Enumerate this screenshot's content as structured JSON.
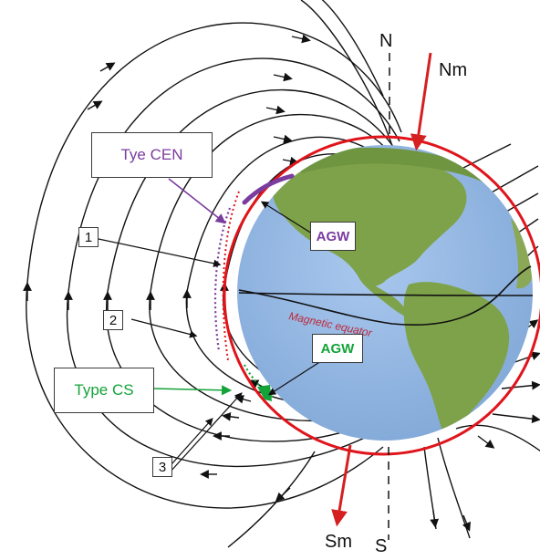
{
  "poles": {
    "north": "N",
    "north_magnetic": "Nm",
    "south": "S",
    "south_magnetic": "Sm"
  },
  "callouts": {
    "tye_cen": "Tye CEN",
    "type_cs": "Type CS",
    "agw_top": "AGW",
    "agw_bottom": "AGW",
    "num_1": "1",
    "num_2": "2",
    "num_3": "3"
  },
  "equator_label": "Magnetic equator",
  "colors": {
    "field_lines": "#111111",
    "magnetosphere_circle": "#e0141b",
    "magnetic_axis": "#d42020",
    "tye_cen": "#7a3c9e",
    "type_cs": "#14a339",
    "earth_ocean": "#8fb3e0",
    "earth_land": "#7ea24a"
  }
}
